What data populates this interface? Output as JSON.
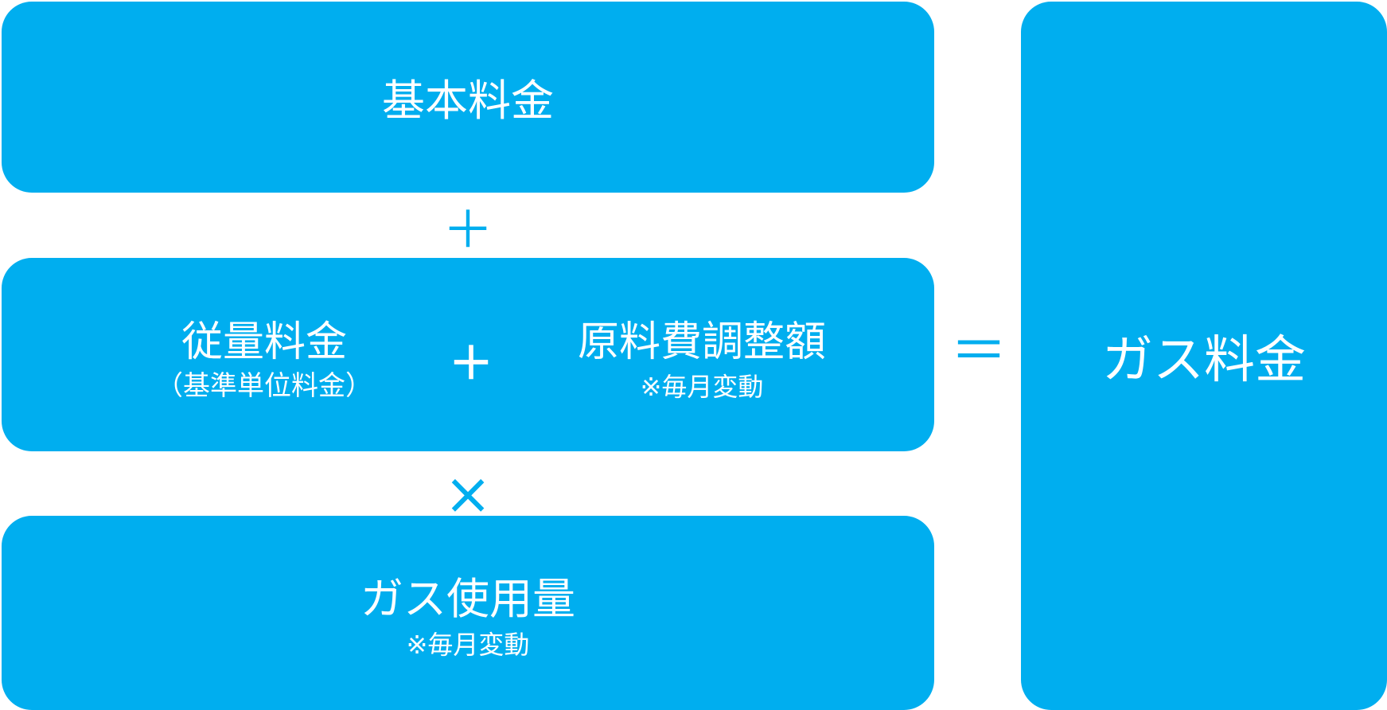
{
  "colors": {
    "box": "#00aeef",
    "text": "#ffffff",
    "operator": "#00aeef"
  },
  "basic_fee": {
    "label": "基本料金"
  },
  "plus_top": "＋",
  "usage_group": {
    "unit_fee_label": "従量料金",
    "unit_fee_sub": "（基準単位料金）",
    "plus_inner": "＋",
    "adjustment_label": "原料費調整額",
    "adjustment_note": "※毎月変動"
  },
  "times": "×",
  "gas_usage": {
    "label": "ガス使用量",
    "note": "※毎月変動"
  },
  "equals": "＝",
  "gas_fee": {
    "label": "ガス料金"
  }
}
